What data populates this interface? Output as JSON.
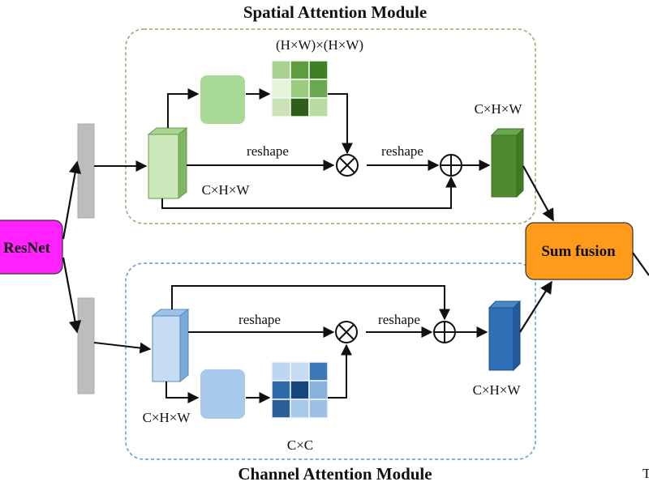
{
  "spatial_module": {
    "title": "Spatial Attention Module",
    "matrix_label": "(H×W)×(H×W)",
    "reshape_top": "reshape",
    "reshape_right": "reshape",
    "feature_label": "C×H×W",
    "output_label": "C×H×W",
    "matrix_colors": [
      [
        "#a8d08f",
        "#5e9c3e",
        "#3f7f25"
      ],
      [
        "#e6f3dc",
        "#9acb7f",
        "#6aa84f"
      ],
      [
        "#c9e3b6",
        "#2f5e1b",
        "#b9db9f"
      ]
    ]
  },
  "channel_module": {
    "title": "Channel Attention Module",
    "matrix_label": "C×C",
    "reshape_top": "reshape",
    "reshape_right": "reshape",
    "feature_label": "C×H×W",
    "output_label": "C×H×W",
    "matrix_colors": [
      [
        "#bcd6ef",
        "#c7dcf3",
        "#3b78b8"
      ],
      [
        "#2e6aa8",
        "#15457a",
        "#88b2dd"
      ],
      [
        "#2a5f97",
        "#a9c9ea",
        "#9dc1e6"
      ]
    ]
  },
  "backbone": {
    "label": "ResNet",
    "color": "#ff22ff"
  },
  "fusion": {
    "label": "Sum fusion",
    "color": "#ff9a1a"
  },
  "corner_glyph": "T",
  "colors": {
    "green_dark": "#4e8a2f",
    "green_light": "#cde8bb",
    "blue_dark": "#2f6fb5",
    "blue_light": "#c5dcf2",
    "bar_gray": "#bdbdbd",
    "module_border_green": "#7fb069",
    "module_border_blue": "#5b9bd5"
  }
}
